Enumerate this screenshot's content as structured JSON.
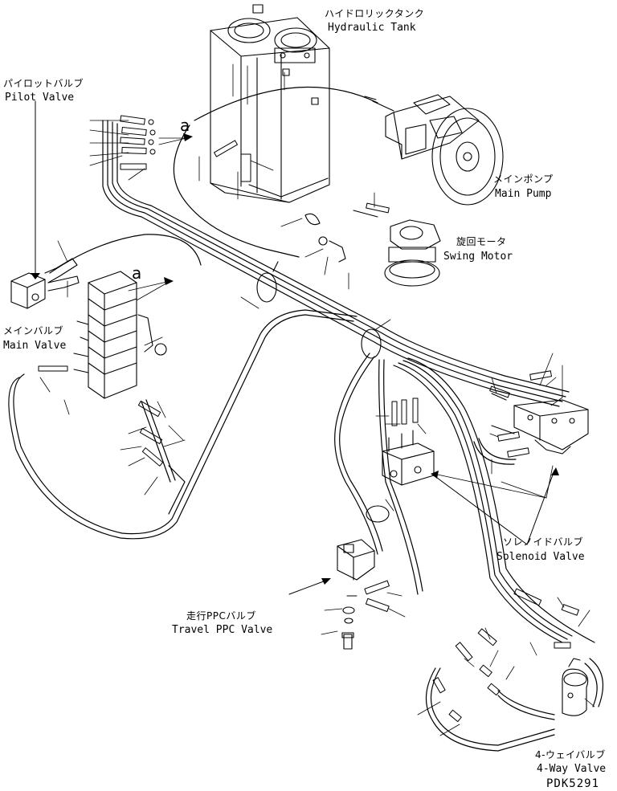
{
  "labels": {
    "hydraulic_tank": {
      "jp": "ハイドロリックタンク",
      "en": "Hydraulic Tank"
    },
    "pilot_valve": {
      "jp": "パイロットバルブ",
      "en": "Pilot Valve"
    },
    "main_pump": {
      "jp": "メインポンプ",
      "en": "Main Pump"
    },
    "swing_motor": {
      "jp": "旋回モータ",
      "en": "Swing Motor"
    },
    "main_valve": {
      "jp": "メインバルブ",
      "en": "Main Valve"
    },
    "solenoid_valve": {
      "jp": "ソレノイドバルブ",
      "en": "Solenoid Valve"
    },
    "travel_ppc_valve": {
      "jp": "走行PPCバルブ",
      "en": "Travel PPC Valve"
    },
    "four_way_valve": {
      "jp": "4-ウェイバルブ",
      "en": "4-Way Valve"
    }
  },
  "connection_mark": "a",
  "drawing_code": "PDK5291"
}
